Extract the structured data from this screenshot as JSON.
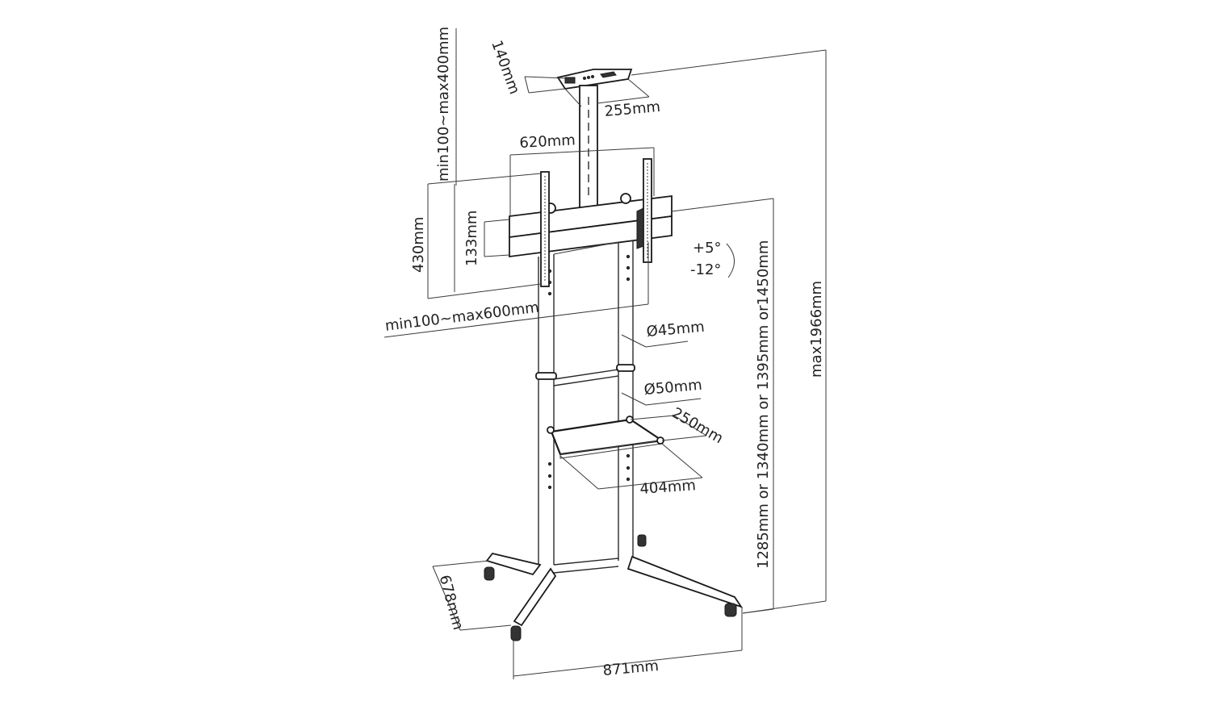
{
  "diagram": {
    "subject": "Mobile TV floor stand dimension drawing",
    "colors": {
      "line": "#1a1a1a",
      "background": "#ffffff",
      "text": "#222222"
    },
    "labels": {
      "top_shelf_depth": "140mm",
      "top_shelf_width": "255mm",
      "pole_height_range": "min100~max400mm",
      "bracket_width": "620mm",
      "bracket_height": "430mm",
      "rail_height": "133mm",
      "tilt_up": "+5°",
      "tilt_down": "-12°",
      "vesa_range": "min100~max600mm",
      "upper_pole_diameter": "Ø45mm",
      "lower_pole_diameter": "Ø50mm",
      "shelf_depth": "250mm",
      "shelf_width": "404mm",
      "mount_height_options": "1285mm or 1340mm or 1395mm or1450mm",
      "max_height": "max1966mm",
      "base_depth": "678mm",
      "base_width": "871mm"
    }
  }
}
